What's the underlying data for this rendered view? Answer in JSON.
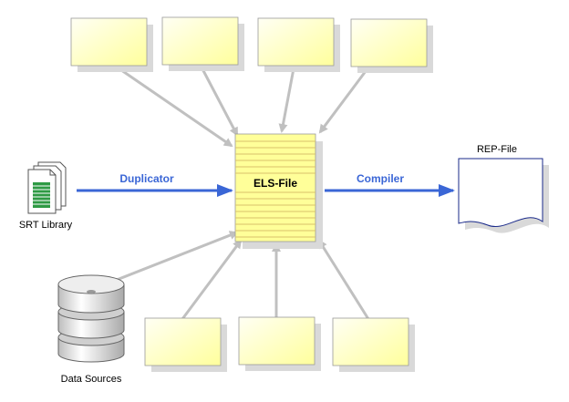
{
  "center": {
    "label": "ELS-File"
  },
  "srt": {
    "label": "SRT Library"
  },
  "datasources": {
    "label": "Data Sources"
  },
  "rep": {
    "label": "REP-File"
  },
  "arrows": {
    "duplicator_label": "Duplicator",
    "compiler_label": "Compiler"
  },
  "colors": {
    "arrow_blue": "#3a66d6",
    "arrow_gray": "#c0c0c0",
    "box_fill_light": "#fffff0",
    "box_fill_yellow": "#ffffb8",
    "shadow": "#d9d9d9",
    "center_fill": "#ffff99",
    "center_lines": "#d8c16a"
  }
}
